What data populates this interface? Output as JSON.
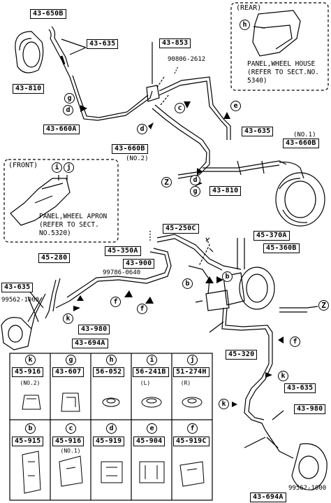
{
  "labels": {
    "l_43_650B": "43-650B",
    "l_43_635_a": "43-635",
    "l_43_810_a": "43-810",
    "l_43_660A": "43-660A",
    "l_43_853": "43-853",
    "l_90806": "90806-2612",
    "l_43_660B_a": "43-660B",
    "l_no2_a": "(NO.2)",
    "l_43_635_b": "43-635",
    "l_no1_a": "(NO.1)",
    "l_43_660B_b": "43-660B",
    "l_43_810_b": "43-810",
    "l_45_250C": "45-250C",
    "l_45_370A": "45-370A",
    "l_45_350A": "45-350A",
    "l_45_360B": "45-360B",
    "l_43_900": "43-900",
    "l_99786": "99786-0640",
    "l_45_280": "45-280",
    "l_43_635_c": "43-635",
    "l_99562_a": "99562-1000",
    "l_43_980_a": "43-980",
    "l_43_694A_a": "43-694A",
    "l_45_320": "45-320",
    "l_43_635_d": "43-635",
    "l_43_980_b": "43-980",
    "l_99562_b": "99562-1000",
    "l_43_694A_b": "43-694A"
  },
  "callouts": {
    "g1": "g",
    "d1": "d",
    "c1": "c",
    "e1": "e",
    "d2": "d",
    "Z1": "Z",
    "d3": "d",
    "g2": "g",
    "f1": "f",
    "f2": "f",
    "b1": "b",
    "b2": "b",
    "k1": "k",
    "k2": "k",
    "k3": "k",
    "f3": "f",
    "Z2": "Z"
  },
  "rear_note": {
    "title": "(REAR)",
    "circle": "h",
    "text": "PANEL,WHEEL HOUSE\n(REFER TO SECT.NO.\n5340)"
  },
  "front_note": {
    "title": "(FRONT)",
    "circle_i": "i",
    "circle_j": "j",
    "text": "PANEL,WHEEL APRON\n(REFER TO SECT.\nNO.5320)"
  },
  "parts_table": {
    "row1": [
      {
        "key": "k",
        "part": "45-916",
        "sub": "(NO.2)"
      },
      {
        "key": "g",
        "part": "43-607",
        "sub": ""
      },
      {
        "key": "h",
        "part": "56-052",
        "sub": ""
      },
      {
        "key": "i",
        "part": "56-241B",
        "sub": "(L)"
      },
      {
        "key": "j",
        "part": "51-274H",
        "sub": "(R)"
      }
    ],
    "row2": [
      {
        "key": "b",
        "part": "45-915",
        "sub": ""
      },
      {
        "key": "c",
        "part": "45-916",
        "sub": "(NO.1)"
      },
      {
        "key": "d",
        "part": "45-919",
        "sub": ""
      },
      {
        "key": "e",
        "part": "45-904",
        "sub": ""
      },
      {
        "key": "f",
        "part": "45-919C",
        "sub": ""
      }
    ]
  }
}
